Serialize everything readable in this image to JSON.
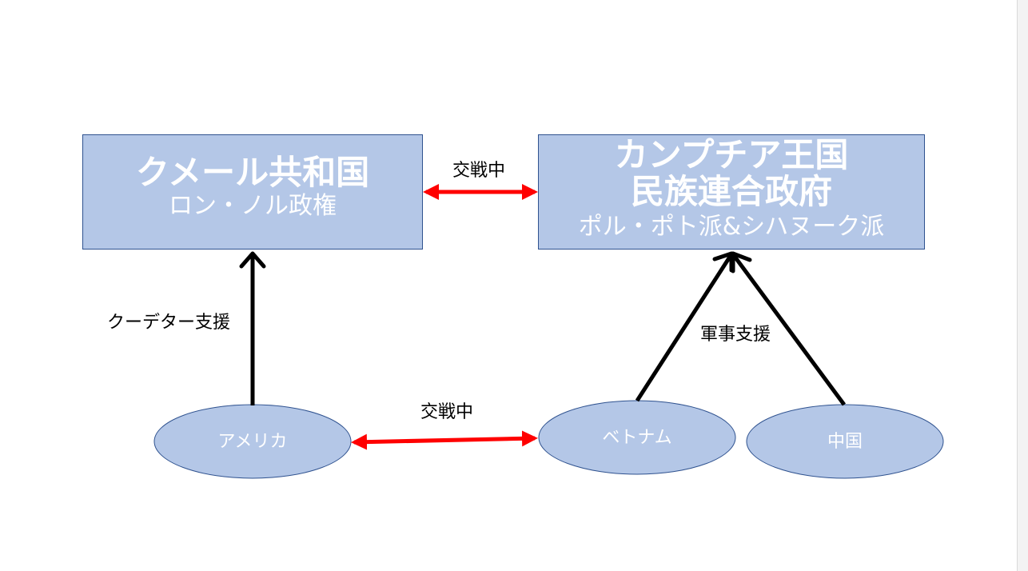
{
  "nodes": {
    "khmer_republic": {
      "title": "クメール共和国",
      "subtitle": "ロン・ノル政権"
    },
    "democratic_kampuchea": {
      "title_line1": "カンプチア王国",
      "title_line2": "民族連合政府",
      "subtitle": "ポル・ポト派&シハヌーク派"
    },
    "america": "アメリカ",
    "vietnam": "ベトナム",
    "china": "中国"
  },
  "edges": {
    "war_top": "交戦中",
    "coup_support": "クーデター支援",
    "military_support": "軍事支援",
    "war_bottom": "交戦中"
  },
  "colors": {
    "box_fill": "#b4c7e7",
    "box_border": "#2f528f",
    "war_arrow": "#ff0000",
    "support_arrow": "#000000",
    "node_text": "#ffffff"
  }
}
